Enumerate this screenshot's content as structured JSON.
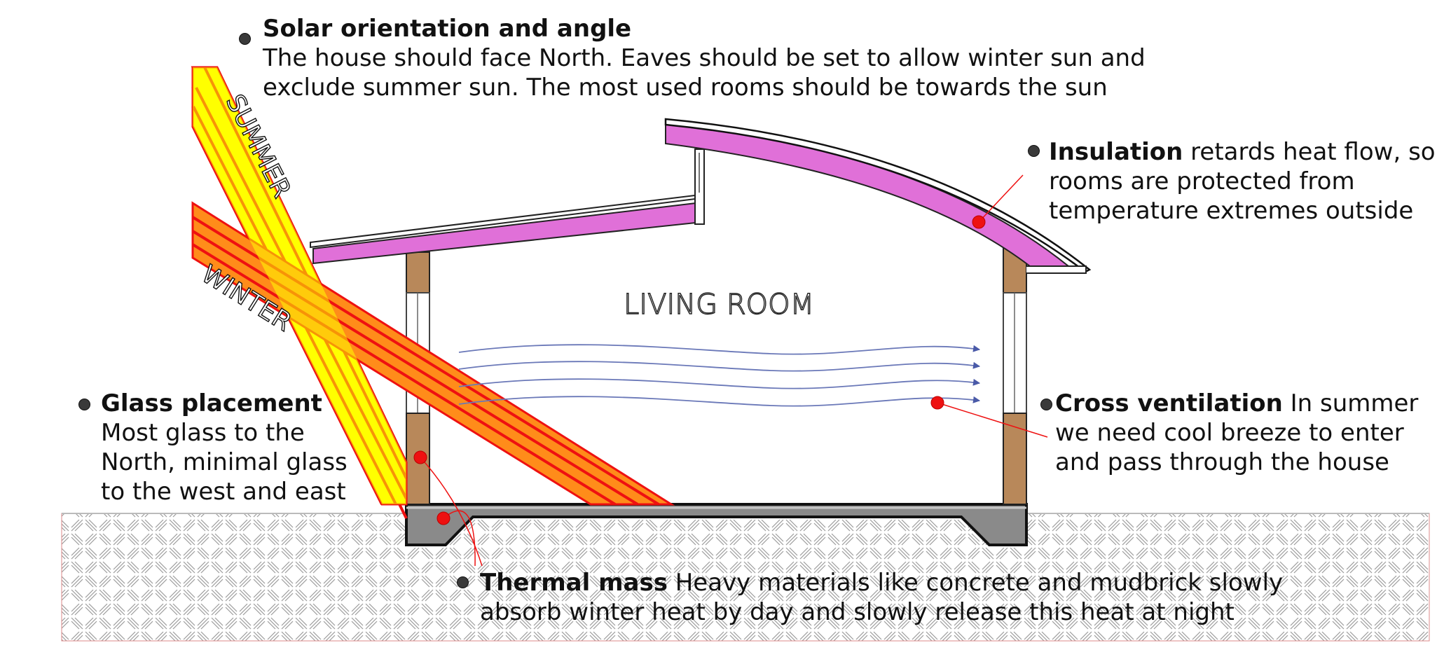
{
  "labels": {
    "summer": "SUMMER",
    "winter": "WINTER",
    "room": "LIVING ROOM"
  },
  "notes": {
    "solar": {
      "title": "Solar orientation and angle",
      "line1": "The house should face North. Eaves should be set to allow winter sun and",
      "line2": "exclude summer sun. The most used rooms should be towards the sun"
    },
    "insulation": {
      "title": "Insulation",
      "line1_rest": " retards heat flow, so",
      "line2": "rooms are protected from",
      "line3": "temperature extremes outside"
    },
    "glass": {
      "title": "Glass placement",
      "line1": "Most glass to the",
      "line2": "North, minimal glass",
      "line3": "to the west and east"
    },
    "ventilation": {
      "title": "Cross ventilation",
      "line1_rest": " In summer",
      "line2": "we need cool breeze to enter",
      "line3": "and pass through the house"
    },
    "thermal": {
      "title": "Thermal mass",
      "line1_rest": " Heavy materials like concrete and mudbrick slowly",
      "line2": "absorb winter heat by day and slowly release this heat at night"
    }
  },
  "colors": {
    "insulation": "#e070d8",
    "timber": "#b8885a",
    "summer_ray": "#ffff00",
    "winter_ray": "#ff8c1a",
    "ray_edge": "#ee1111",
    "marker": "#ee1111",
    "breeze": "#6a78b8",
    "slab": "#8a8a8a"
  }
}
